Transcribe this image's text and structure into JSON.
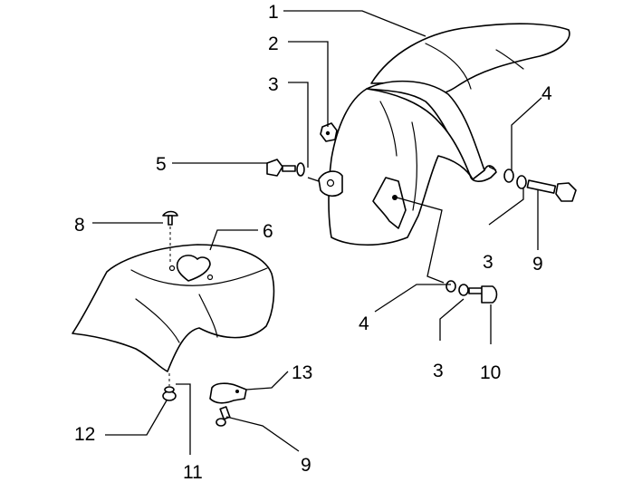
{
  "callouts": {
    "c1": "1",
    "c2": "2",
    "c3a": "3",
    "c3b": "3",
    "c3c": "3",
    "c4a": "4",
    "c4b": "4",
    "c5": "5",
    "c6": "6",
    "c8": "8",
    "c9a": "9",
    "c9b": "9",
    "c10": "10",
    "c11": "11",
    "c12": "12",
    "c13": "13"
  },
  "colors": {
    "line": "#000000",
    "background": "#ffffff",
    "shade": "#d9d9d9"
  }
}
